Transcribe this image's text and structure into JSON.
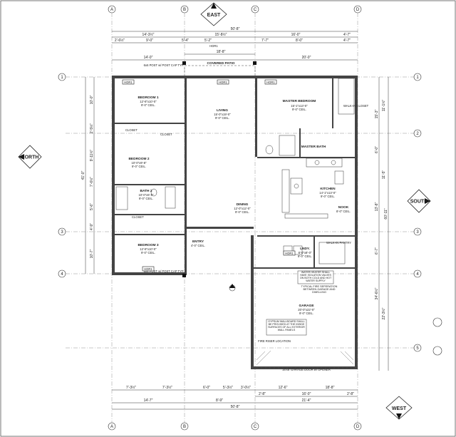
{
  "compass": {
    "top": "EAST",
    "bottom": "WEST",
    "left": "NORTH",
    "right": "SOUTH"
  },
  "grid_letters": [
    "A",
    "B",
    "C",
    "D"
  ],
  "grid_numbers": [
    "1",
    "2",
    "3",
    "4",
    "5"
  ],
  "top_dims": {
    "row1": [
      "50'-8\""
    ],
    "row2": [
      "14'-3½\"",
      "15'-8½\"",
      "16'-0\"",
      "4'-7\""
    ],
    "row3": [
      "2'-6½\"",
      "9'-0\"",
      "5'-4\"",
      "5'-2\"",
      "7'-7\"",
      "8'-0\"",
      "4'-7\""
    ],
    "row4": [
      "18'-8\""
    ],
    "row5": [
      "14'-0\"",
      "20'-0\""
    ]
  },
  "bottom_dims": {
    "row1": [
      "7'-3½\"",
      "7'-3½\"",
      "6'-0\"",
      "5'-3½\"",
      "3'-0½\"",
      "12'-6\"",
      "18'-8\""
    ],
    "row2": [
      "2'-8\"",
      "16'-0\"",
      "2'-8\""
    ],
    "row3": [
      "14'-7\"",
      "8'-9\"",
      "21'-4\""
    ],
    "row4": [
      "50'-8\""
    ]
  },
  "rooms": [
    {
      "name": "BEDROOM 1",
      "size": "12'-8\"x10'-0\"",
      "ceil": "9'-0\" CEIL."
    },
    {
      "name": "BEDROOM 2",
      "size": "10'-0\"x9'-8\"",
      "ceil": "9'-0\" CEIL."
    },
    {
      "name": "BATH 2",
      "size": "10'-0\"x5'-0\"",
      "ceil": "9'-0\" CEIL."
    },
    {
      "name": "BEDROOM 3",
      "size": "12'-8\"x10'-0\"",
      "ceil": "9'-0\" CEIL."
    },
    {
      "name": "LIVING",
      "size": "15'-0\"x19'-0\"",
      "ceil": "9'-0\" CEIL."
    },
    {
      "name": "DINING",
      "size": "12'-0\"x12'-0\"",
      "ceil": "9'-0\" CEIL."
    },
    {
      "name": "MASTER BEDROOM",
      "size": "15'-1\"x13'-0\"",
      "ceil": "9'-0\" CEIL."
    },
    {
      "name": "MASTER BATH",
      "size": "",
      "ceil": ""
    },
    {
      "name": "KITCHEN",
      "size": "14'-1\"x13'-0\"",
      "ceil": "9'-0\" CEIL."
    },
    {
      "name": "NOOK",
      "size": "8'-0\" CEIL.",
      "ceil": ""
    },
    {
      "name": "LNDY.",
      "size": "8'-0\"x8'-0\"",
      "ceil": "9'-0\" CEIL."
    },
    {
      "name": "ENTRY",
      "size": "4'-0\" CEIL.",
      "ceil": ""
    },
    {
      "name": "GARAGE",
      "size": "20'-0\"x22'-0\"",
      "ceil": "9'-0\" CEIL."
    },
    {
      "name": "COVERED PATIO",
      "size": "",
      "ceil": ""
    }
  ],
  "notes": {
    "water_heater": "WATER HEATER SHALL HAVE ISOLATION VALVES ON BOTH COLD AND HOT WATER SUPPLY",
    "fire_sep": "TYPICAL FIRE SEPERATION BETWEEN GARAGE AND DWELLING",
    "gypsum": "GYPSUM WALLBOARD SHALL BE PROVIDED AT THE INSIDE SURFACES OF ALL EXTERIOR WALL PANELS",
    "garage_door": "16'x8' GARAGE DOOR w/ OPENER",
    "post": "6x6 POST w/ POST CAP TYP.",
    "fire_riser": "FIRE RISER LOCATION",
    "walkin": "WALK-IN CLOSET",
    "pantry": "WALK-IN PANTRY",
    "closet": "CLOSET",
    "hdr": "HDR1"
  },
  "side_dims_left": [
    "10'-0\"",
    "2'-5½\"",
    "9'-11½\"",
    "7'-6½\"",
    "5'-6\"",
    "4'-9\"",
    "10'-7\""
  ],
  "side_dims_left_total": "41'-0\"",
  "side_dims_right": [
    "11'-1½\"",
    "15'-3\"",
    "6'-0\"",
    "13'-8\"",
    "11'-5\"",
    "6'-7\"",
    "34'-6½\"",
    "22'-3½\""
  ],
  "side_dims_right_total": "60'-11\""
}
